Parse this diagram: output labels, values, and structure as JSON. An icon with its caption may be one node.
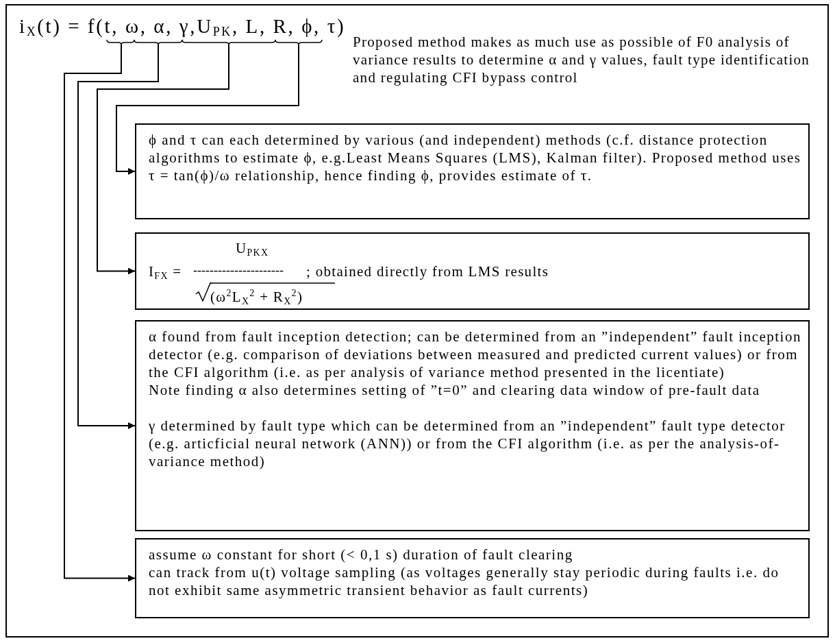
{
  "diagram": {
    "nodes": [
      {
        "text": [
          "Proposed method makes as much use as possible of F0 analysis of variance results to determine α and γ values, fault type identification and regulating CFI bypass control"
        ]
      },
      {
        "text": [
          "i$_{X}$(t) = f(t, ω, α, γ,U$_{PK}$, L, R, ϕ, τ)"
        ],
        "in": 0
      },
      {
        "text": [
          "ϕ and τ can each determined by various (and independent) methods (c.f. distance protection algorithms to estimate ϕ, e.g.Least Means Squares (LMS), Kalman filter). Proposed method uses τ = tan(ϕ)/ω relationship, hence finding ϕ, provides estimate of τ."
        ],
        "in": 0
      },
      {
        "text": [
          "I$_{FX}$ =",
          "U$_{PKX}$",
          "----------------------",
          "(ω$^{2}$L$_{X}$$^{2}$ + R$_{X}$$^{2}$)",
          "; obtained directly from LMS results"
        ],
        "in": 0
      },
      {
        "text": [
          "α found from fault inception detection; can be determined from an ”independent” fault inception detector (e.g. comparison of deviations between measured and predicted current values) or from the CFI algorithm (i.e. as per analysis of variance method presented in the licentiate)",
          "Note finding α also determines setting of ”t=0” and clearing data window of pre-fault data",
          "γ determined by fault type which can be determined from an ”independent” fault type detector (e.g. articficial neural network (ANN)) or from the CFI algorithm (i.e. as per the analysis-of-variance method)"
        ],
        "in": 0
      },
      {
        "text": [
          "assume ω constant for short (< 0,1 s) duration of fault clearing",
          "can track from u(t) voltage sampling (as voltages generally stay periodic during faults i.e. do not exhibit same asymmetric transient behavior as fault currents)"
        ],
        "in": 0
      }
    ],
    "edges": [
      {
        "from": 1,
        "to": 5,
        "arrow": "to"
      },
      {
        "from": 1,
        "to": 4,
        "arrow": "to"
      },
      {
        "from": 1,
        "to": 3,
        "arrow": "to"
      },
      {
        "from": 1,
        "to": 2,
        "arrow": "to"
      }
    ]
  }
}
